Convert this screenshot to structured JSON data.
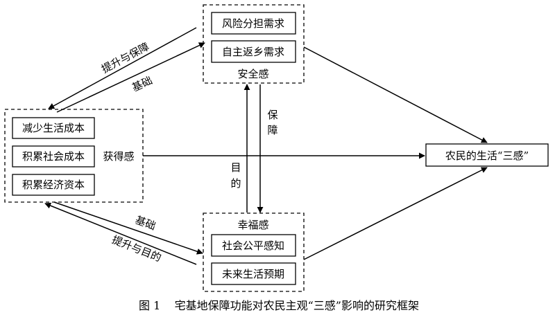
{
  "security_group": {
    "items": [
      "风险分担需求",
      "自主返乡需求"
    ],
    "label": "安全感"
  },
  "gain_group": {
    "items": [
      "减少生活成本",
      "积累社会成本",
      "积累经济资本"
    ],
    "label": "获得感"
  },
  "happiness_group": {
    "label": "幸福感",
    "items": [
      "社会公平感知",
      "未来生活预期"
    ]
  },
  "outcome": "农民的生活“三感”",
  "arrow_labels": {
    "upgrade_protect": "提升与保障",
    "basis_top": "基础",
    "protect": "保障",
    "purpose": "目的",
    "basis_bottom": "基础",
    "upgrade_purpose": "提升与目的"
  },
  "caption": "图 1    宅基地保障功能对农民主观“三感”影响的研究框架"
}
